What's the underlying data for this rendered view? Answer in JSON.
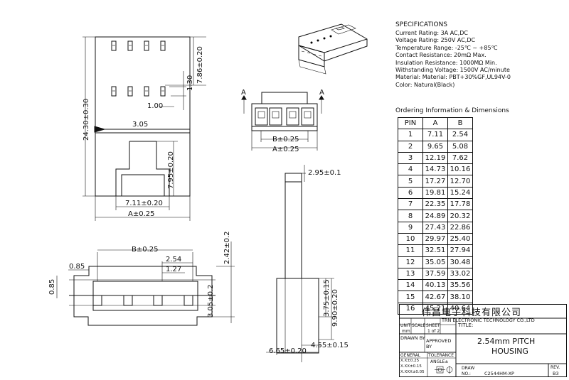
{
  "specifications": {
    "title": "SPECIFICATIONS",
    "lines": [
      "Current Rating: 3A AC,DC",
      "Voltage Rating: 250V AC,DC",
      "Temperature Range: -25℃ ~ +85℃",
      "Contact Resistance: 20mΩ Max.",
      "Insulation Resistance: 1000MΩ Min.",
      "Withstanding Voltage: 1500V AC/minute",
      "Material: Material: PBT+30%GF,UL94V-0",
      "Color: Natural(Black)"
    ]
  },
  "ordering": {
    "title": "Ordering Information & Dimensions",
    "headers": [
      "PIN",
      "A",
      "B"
    ],
    "rows": [
      [
        "1",
        "7.11",
        "2.54"
      ],
      [
        "2",
        "9.65",
        "5.08"
      ],
      [
        "3",
        "12.19",
        "7.62"
      ],
      [
        "4",
        "14.73",
        "10.16"
      ],
      [
        "5",
        "17.27",
        "12.70"
      ],
      [
        "6",
        "19.81",
        "15.24"
      ],
      [
        "7",
        "22.35",
        "17.78"
      ],
      [
        "8",
        "24.89",
        "20.32"
      ],
      [
        "9",
        "27.43",
        "22.86"
      ],
      [
        "10",
        "29.97",
        "25.40"
      ],
      [
        "11",
        "32.51",
        "27.94"
      ],
      [
        "12",
        "35.05",
        "30.48"
      ],
      [
        "13",
        "37.59",
        "33.02"
      ],
      [
        "14",
        "40.13",
        "35.56"
      ],
      [
        "15",
        "42.67",
        "38.10"
      ],
      [
        "16",
        "45.21",
        "40.64"
      ]
    ]
  },
  "dimensions": {
    "overall_height": "24.30±0.30",
    "top_section": "7.86±0.20",
    "slot_height": "1.30",
    "slot_width": "1.00",
    "latch_gap": "3.05",
    "latch_height": "7.95±0.20",
    "latch_width": "7.11±0.20",
    "front_a": "A±0.25",
    "side_b": "B±0.25",
    "side_a": "A±0.25",
    "bottom_b": "B±0.25",
    "pitch": "2.54",
    "pin_width": "1.27",
    "left_offset": "0.85",
    "left_height": "0.85",
    "height_242": "2.42±0.2",
    "height_305": "3.05±0.2",
    "prof_top": "2.95±0.1",
    "prof_375": "3.75±0.15",
    "prof_990": "9.90±0.20",
    "prof_455": "4.55±0.15",
    "prof_665": "6.65±0.20",
    "section_mark": "A"
  },
  "titleblock": {
    "company_cn": "伟昌电子科技有限公司",
    "company_en": "TRN ELECTRONIC TECHNOLOGY CO.,LTD",
    "unit_label": "UNIT",
    "scale_label": "SCALE",
    "sheet_label": "SHEET",
    "title_label": "TITLE:",
    "unit_value": "mm",
    "sheet_value": "1 of 2",
    "drawn_by": "DRAWN BY",
    "approved_by": "APPROVED BY",
    "product_title_1": "2.54mm PITCH",
    "product_title_2": "HOUSING",
    "general": "GENERAL",
    "tolerance": "TOLERANCE",
    "angle": "ANGLE±",
    "tol1": "X.X±0.25",
    "tol2": "X.XX±0.15",
    "tol3": "X.XXX±0.05",
    "draw_no_label": "DRAW NO.:",
    "draw_no": "C2544HM-XP",
    "rev_label": "REV.",
    "rev_value": "B3"
  }
}
